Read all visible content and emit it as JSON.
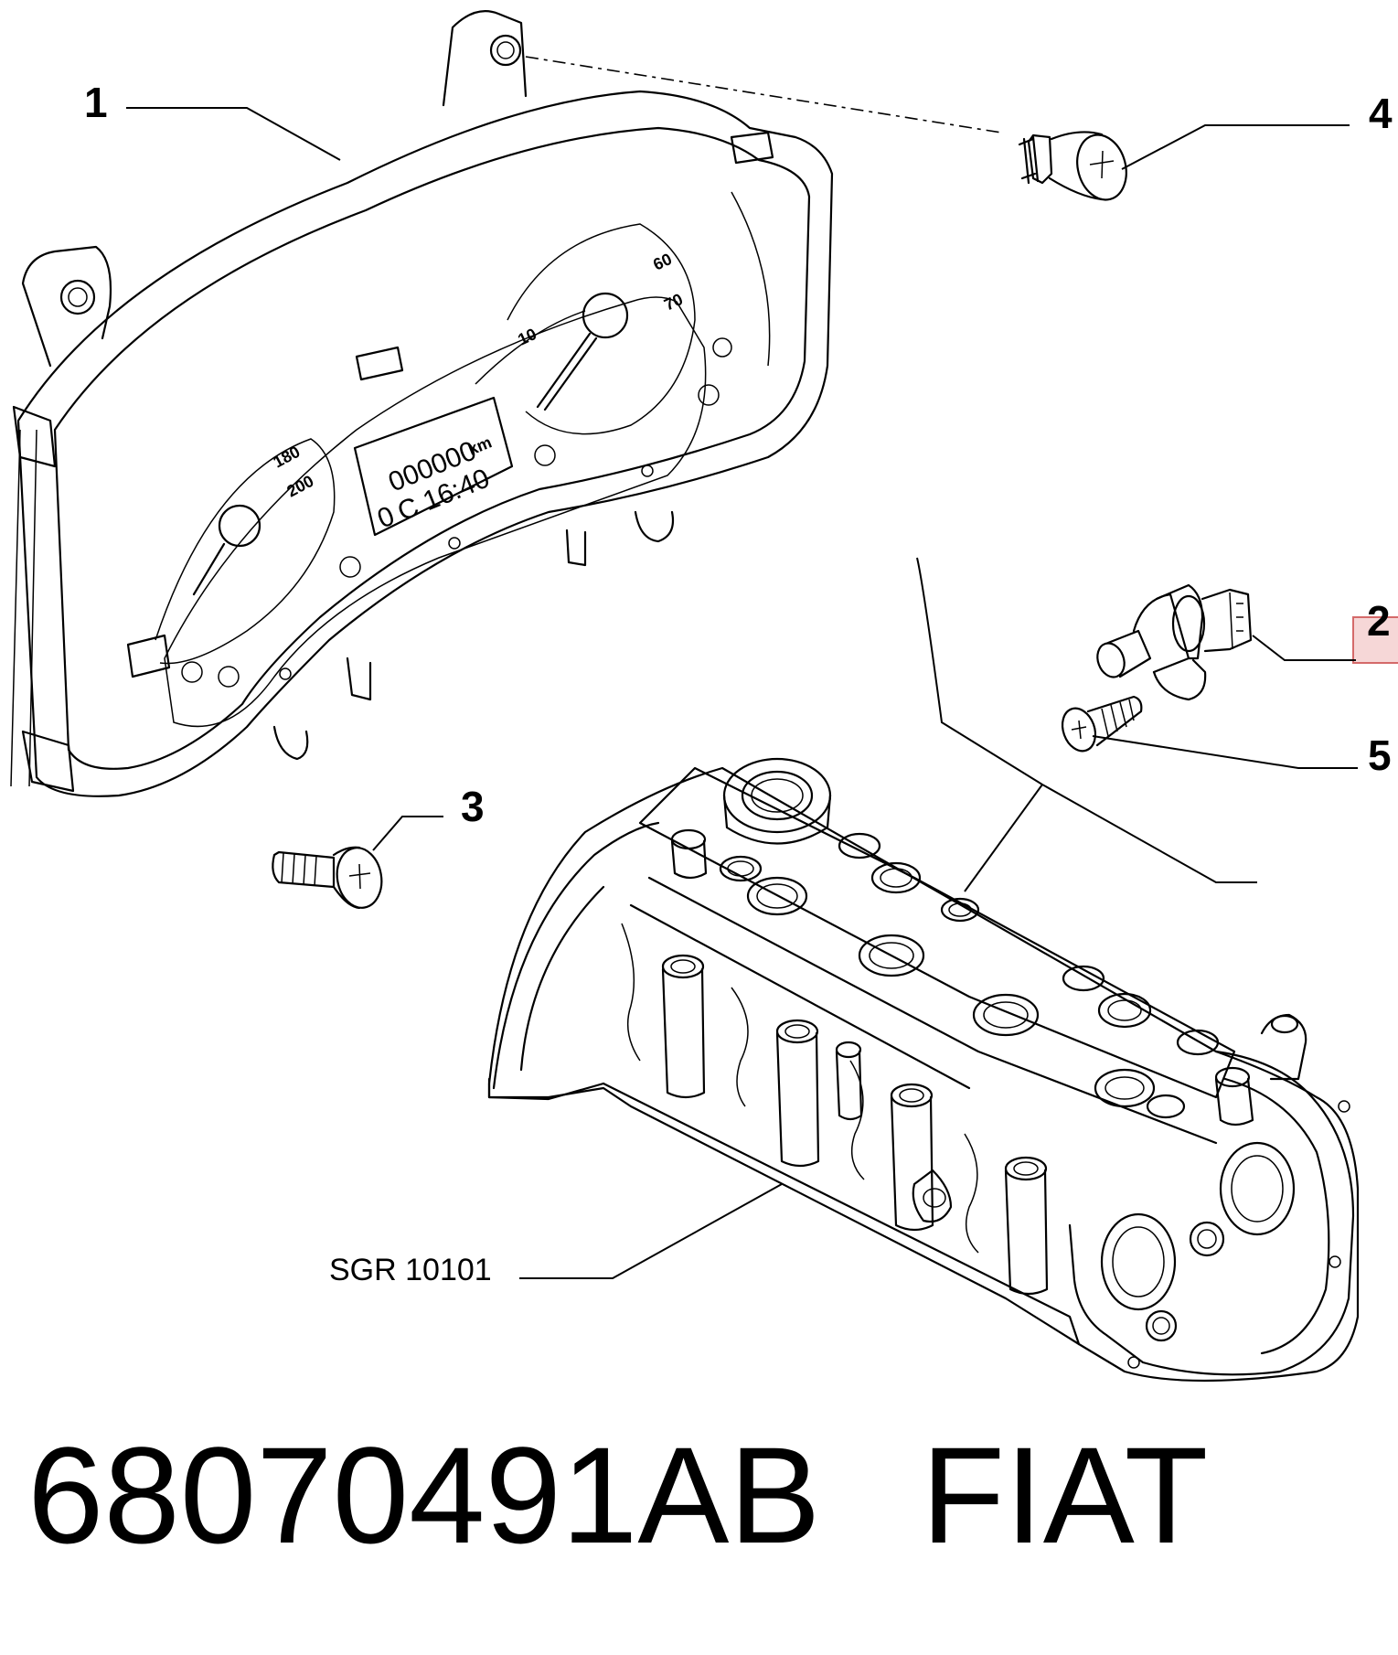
{
  "callouts": {
    "c1": "1",
    "c2": "2",
    "c3": "3",
    "c4": "4",
    "c5": "5"
  },
  "reference_label": "SGR 10101",
  "cluster": {
    "tick_180": "180",
    "tick_200": "200",
    "tick_10": "10",
    "tick_60": "60",
    "tick_70": "70",
    "odometer": "000000",
    "odometer_unit": "km",
    "clock": "C 16:40",
    "temp_prefix": "0"
  },
  "footer": {
    "part_number": "68070491AB",
    "brand": "FIAT"
  },
  "colors": {
    "line": "#000000",
    "highlight_fill": "#f6d7d7",
    "highlight_stroke": "#d46a6a"
  }
}
